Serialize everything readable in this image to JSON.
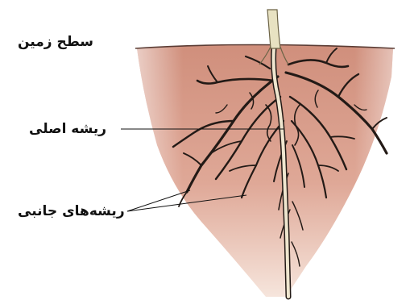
{
  "labels": {
    "soil_surface": "سطح زمین",
    "main_root": "ریشه اصلی",
    "lateral_roots": "ریشه‌های جانبی"
  },
  "colors": {
    "soil_top": "#d39584",
    "soil_bottom": "#f3ddd2",
    "root_dark": "#231a16",
    "main_root_fill": "#efe6cf",
    "stem": "#e8e2c2"
  }
}
